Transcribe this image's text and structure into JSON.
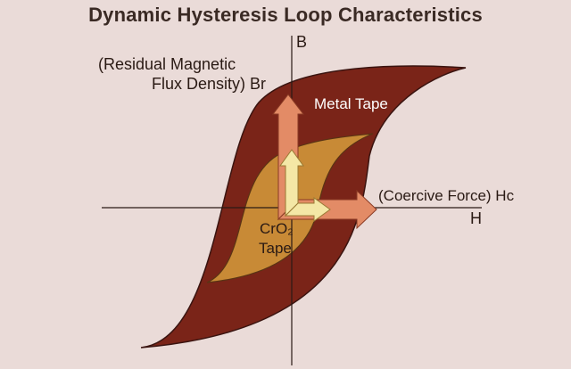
{
  "title": "Dynamic Hysteresis Loop Characteristics",
  "axes": {
    "vertical": "B",
    "horizontal": "H"
  },
  "labels": {
    "residual_line1": "(Residual Magnetic",
    "residual_line2": "Flux Density) Br",
    "metal_tape": "Metal Tape",
    "coercive": "(Coercive Force) Hc",
    "cro2_line1": "CrO₂",
    "cro2_line2": "Tape"
  },
  "colors": {
    "background": "#eadbd8",
    "metal_loop": "#7a2418",
    "cro2_loop": "#c88a36",
    "metal_arrow": "#e38b66",
    "cro2_arrow": "#f4e7a6",
    "axis": "#2a1a14"
  }
}
